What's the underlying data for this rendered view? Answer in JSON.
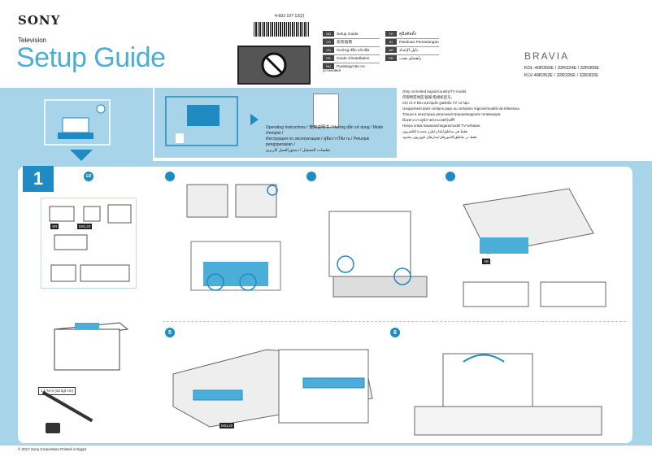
{
  "header": {
    "brand": "SONY",
    "product": "Television",
    "title": "Setup Guide",
    "part_number": "4-691-197-12(2)",
    "bravia": "BRAVIA",
    "models_line1": "KDL-40R350E / 32R324E / 32R300E",
    "models_line2": "KLV-40R352E / 32R326E / 32R302E"
  },
  "languages_left": [
    {
      "code": "GB",
      "label": "Setup Guide"
    },
    {
      "code": "CS",
      "label": "安装指南"
    },
    {
      "code": "VN",
      "label": "Hướng dẫn cài đặt"
    },
    {
      "code": "FR",
      "label": "Guide d'installation"
    },
    {
      "code": "RU",
      "label": "Руководство по установке"
    }
  ],
  "languages_right": [
    {
      "code": "TH",
      "label": "คู่มือติดตั้ง"
    },
    {
      "code": "ID",
      "label": "Panduan Pemasangan"
    },
    {
      "code": "AR",
      "label": "دليل الإعداد"
    },
    {
      "code": "PR",
      "label": "راهنمای نصب"
    }
  ],
  "note": {
    "line1": "Only on limited region/country/TV model.",
    "line2": "仅限特定地区/国家/电视机型号。",
    "line3": "Chỉ có ở khu vực/quốc gia/kiểu TV có hạn.",
    "line4": "Uniquement dans certains pays ou certaines régions/modèle de téléviseur.",
    "line5": "Только в некоторых регионах/странах/моделях телевизора.",
    "line6": "มีเฉพาะบางภูมิภาค/ประเทศ/รุ่นทีวี",
    "line7": "Hanya untuk kawasan/negara/model TV terbatas.",
    "line8": "فقط في مناطق/بلدان/طرز محددة للتلفزيون",
    "line9": "فقط در مناطق/کشورهای/مدل‌های تلویزیون محدود"
  },
  "instructions": {
    "line1": "Operating Instructions / 使用说明书 / Hướng dẫn sử dụng / Mode d'emploi /",
    "line2": "Инструкция по эксплуатации / คู่มือการใช้งาน / Petunjuk pengoperasian /",
    "line3": "تعليمات التشغيل / دستورالعمل کاربری"
  },
  "steps": {
    "step1": "1",
    "step1_sub": "1/2",
    "step5": "5",
    "step6": "6"
  },
  "labels": {
    "sr": "SR",
    "msl20": "MSL20",
    "ab": "AB",
    "msl20_b": "MSL20"
  },
  "spec": {
    "line1": "1.5 N·m {15 kgf·cm}",
    "line2": "{15kgf·cm}"
  },
  "footer": "© 2017 Sony Corporation  Printed in Egypt",
  "colors": {
    "accent": "#4aaed8",
    "band": "#a8d4ea",
    "step": "#1f8bc2"
  }
}
